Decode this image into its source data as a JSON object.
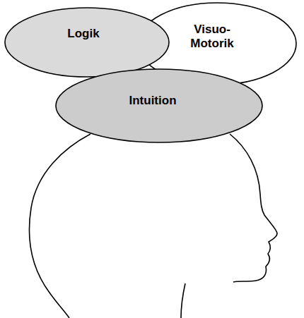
{
  "diagram": {
    "nodes": [
      {
        "text": [
          "Logik"
        ]
      },
      {
        "text": [
          "Visuo- Motorik"
        ]
      },
      {
        "text": [
          "Intuition"
        ]
      }
    ]
  }
}
